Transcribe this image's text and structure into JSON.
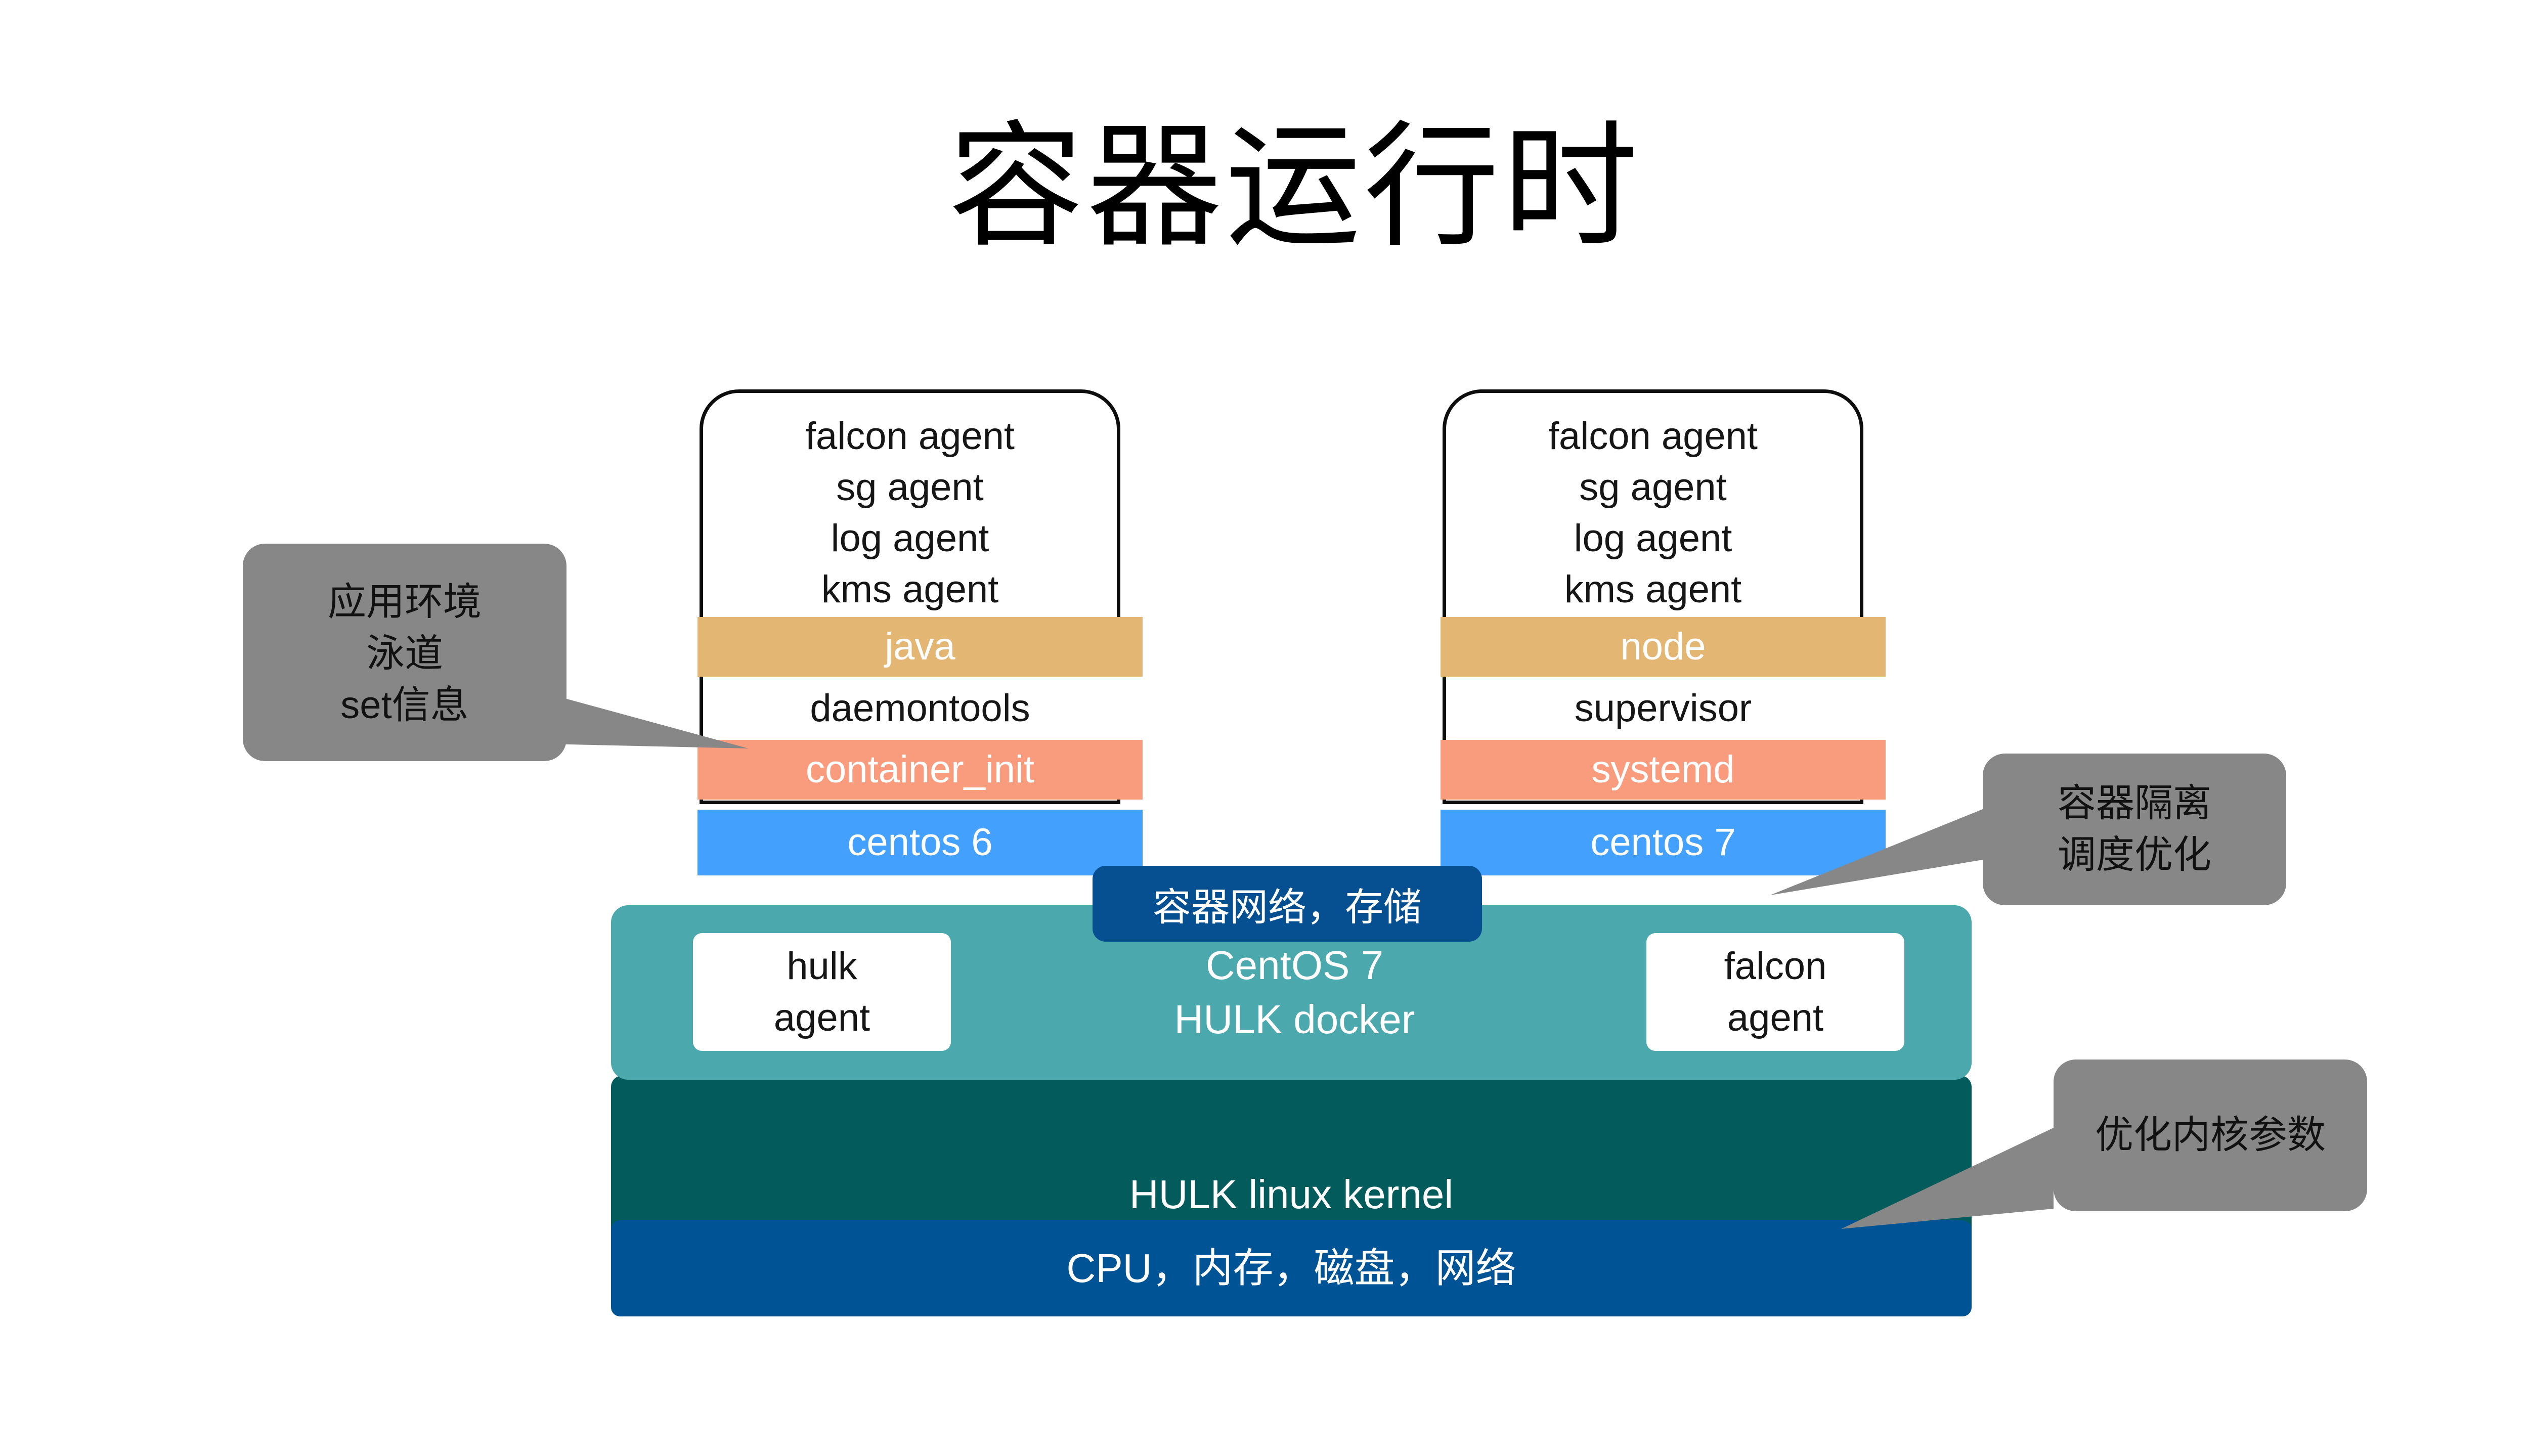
{
  "title": "容器运行时",
  "colors": {
    "runtime_band": "#E3B673",
    "init_band": "#F99C7D",
    "os_band": "#43A0FC",
    "host_band": "#4BA8AC",
    "kernel_band": "#045B5B",
    "hardware_band": "#005394",
    "network_badge": "#064F91",
    "callout": "#878787",
    "pod_outline": "#0D0D0D",
    "background": "#FFFFFF"
  },
  "containers": [
    {
      "id": "left",
      "agents": [
        "falcon agent",
        "sg agent",
        "log agent",
        "kms agent"
      ],
      "runtime": "java",
      "process_manager": "daemontools",
      "init": "container_init",
      "os": "centos 6"
    },
    {
      "id": "right",
      "agents": [
        "falcon agent",
        "sg agent",
        "log agent",
        "kms agent"
      ],
      "runtime": "node",
      "process_manager": "supervisor",
      "init": "systemd",
      "os": "centos 7"
    }
  ],
  "network_badge": "容器网络，存储",
  "host": {
    "os_line": "CentOS 7",
    "docker_line": "HULK docker",
    "left_agent": [
      "hulk",
      "agent"
    ],
    "right_agent": [
      "falcon",
      "agent"
    ]
  },
  "kernel": "HULK linux kernel",
  "hardware": "CPU，内存，磁盘，网络",
  "callouts": [
    {
      "id": "app-env",
      "lines": [
        "应用环境",
        "泳道",
        "set信息"
      ]
    },
    {
      "id": "isolation",
      "lines": [
        "容器隔离",
        "调度优化"
      ]
    },
    {
      "id": "kernel-tuning",
      "lines": [
        "优化内核参数"
      ]
    }
  ]
}
